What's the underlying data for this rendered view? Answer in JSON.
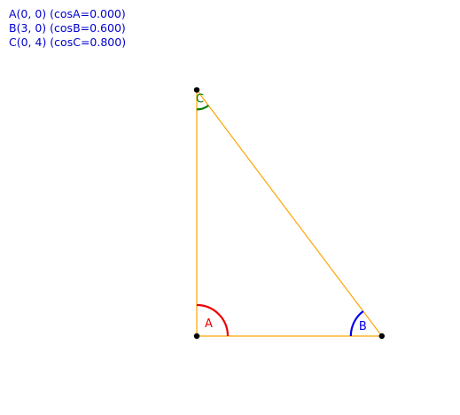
{
  "info_lines": [
    "A(0, 0) (cosA=0.000)",
    "B(3, 0) (cosB=0.600)",
    "C(0, 4) (cosC=0.800)"
  ],
  "vertices": [
    {
      "name": "A",
      "x": 0,
      "y": 0,
      "label": "A",
      "arc_color": "#ee0000"
    },
    {
      "name": "B",
      "x": 3,
      "y": 0,
      "label": "B",
      "arc_color": "#0000ee"
    },
    {
      "name": "C",
      "x": 0,
      "y": 4,
      "label": "C",
      "arc_color": "#008000"
    }
  ],
  "colors": {
    "edge": "#ffa500",
    "point": "#000000",
    "info_text": "#0000cc"
  }
}
